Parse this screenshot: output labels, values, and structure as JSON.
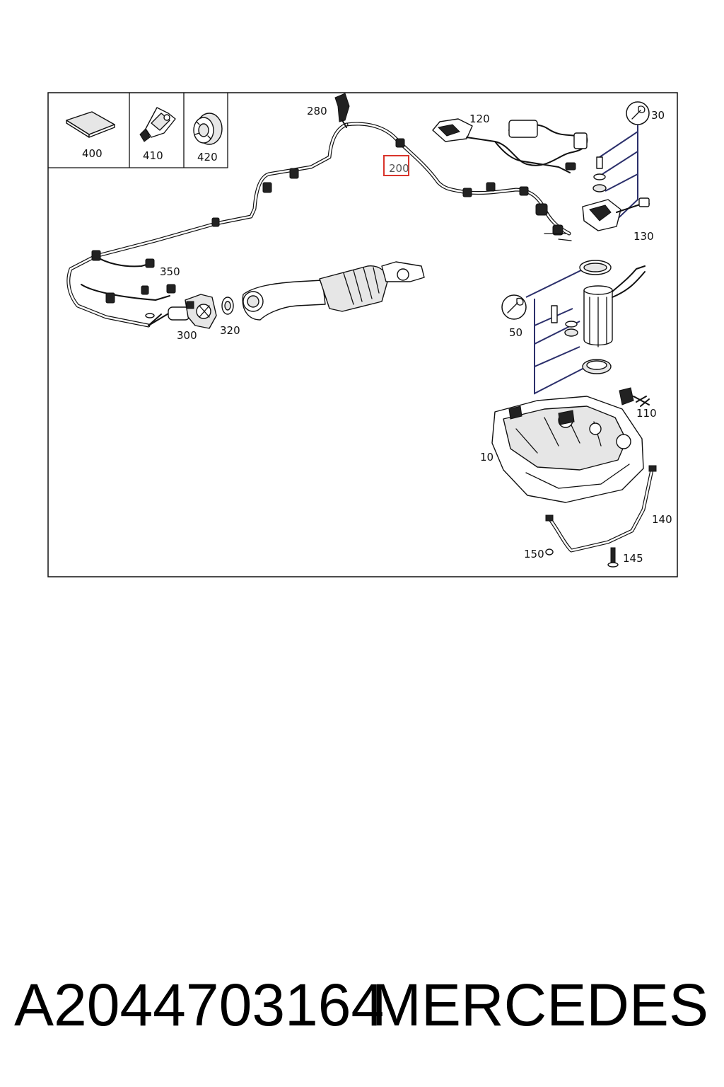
{
  "diagram": {
    "inset_labels": [
      "400",
      "410",
      "420"
    ],
    "callouts": {
      "c280": "280",
      "c200": "200",
      "c120": "120",
      "c30": "30",
      "c130": "130",
      "c350": "350",
      "c300": "300",
      "c320": "320",
      "c50": "50",
      "c110": "110",
      "c10": "10",
      "c140": "140",
      "c150": "150",
      "c145": "145"
    },
    "highlighted_callout": "200",
    "highlight_color": "#d9342b",
    "box_color": "#2b2f6b"
  },
  "footer": {
    "part_number": "A2044703164",
    "brand": "MERCEDES"
  }
}
